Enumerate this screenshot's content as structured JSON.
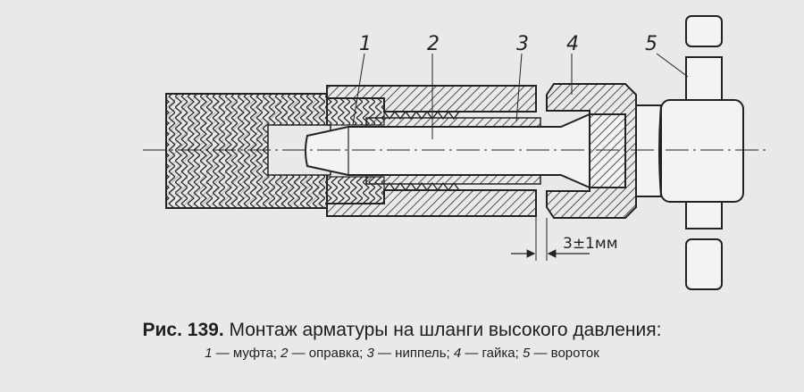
{
  "figure": {
    "part_labels": [
      "1",
      "2",
      "3",
      "4",
      "5"
    ],
    "dimension": "3±1мм"
  },
  "caption": {
    "figure_number": "Рис. 139.",
    "title": "Монтаж арматуры на шланги высокого давления:",
    "legend": [
      {
        "num": "1",
        "text": "— муфта;"
      },
      {
        "num": "2",
        "text": "— оправка;"
      },
      {
        "num": "3",
        "text": "— ниппель;"
      },
      {
        "num": "4",
        "text": "— гайка;"
      },
      {
        "num": "5",
        "text": "— вороток"
      }
    ]
  }
}
